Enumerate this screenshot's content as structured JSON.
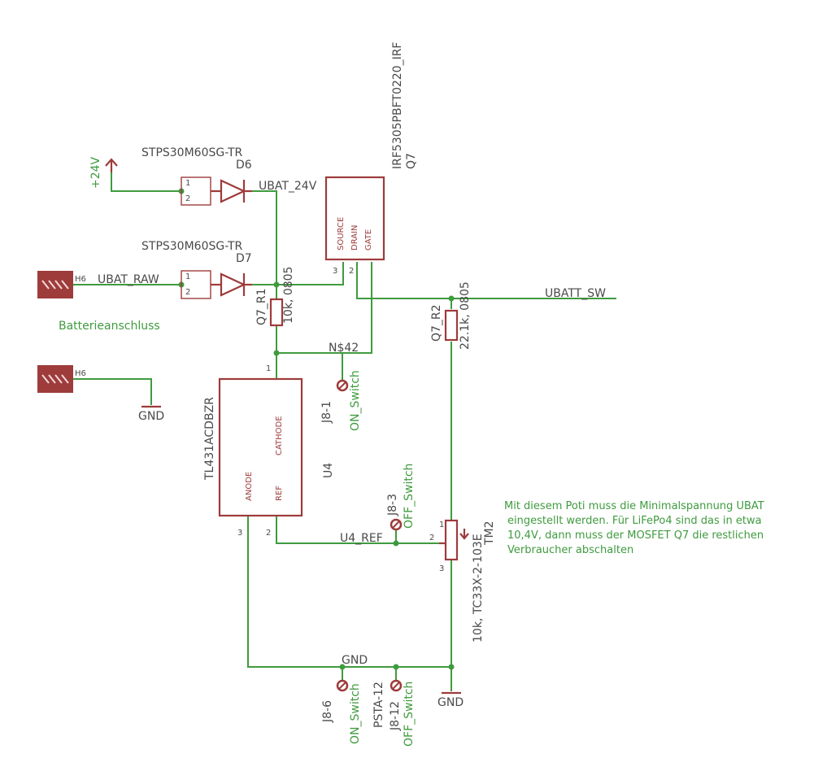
{
  "components": {
    "d6": {
      "part": "STPS30M60SG-TR",
      "ref": "D6"
    },
    "d7": {
      "part": "STPS30M60SG-TR",
      "ref": "D7"
    },
    "q7": {
      "part": "IRF5305PBFT0220_IRF",
      "ref": "Q7",
      "pins": [
        "SOURCE",
        "DRAIN",
        "GATE"
      ]
    },
    "r1": {
      "ref": "Q7_R1",
      "value": "10k, 0805"
    },
    "r2": {
      "ref": "Q7_R2",
      "value": "22.1k, 0805"
    },
    "u4": {
      "part": "TL431ACDBZR",
      "ref": "U4",
      "pins": [
        "CATHODE",
        "ANODE",
        "REF"
      ]
    },
    "pot": {
      "ref": "TM2",
      "value": "10k, TC33X-2-103E"
    }
  },
  "nets": {
    "p24v": "+24V",
    "ubat_24v": "UBAT_24V",
    "ubat_raw": "UBAT_RAW",
    "ubatt_sw": "UBATT_SW",
    "n42": "N$42",
    "u4_ref": "U4_REF",
    "gnd_top": "GND",
    "gnd_left": "GND",
    "gnd_right": "GND",
    "battery_label": "Batterieanschluss"
  },
  "testpoints": {
    "j8_1": {
      "ref": "J8-1",
      "label": "ON_Switch"
    },
    "j8_3": {
      "ref": "J8-3",
      "label": "OFF_Switch"
    },
    "j8_6": {
      "ref": "J8-6",
      "label": "ON_Switch"
    },
    "j8_12": {
      "ref": "J8-12",
      "label": "OFF_Switch"
    },
    "psta": {
      "ref": "PSTA-12"
    }
  },
  "pins": {
    "one": "1",
    "two": "2",
    "three": "3",
    "h6": "H6"
  },
  "note": [
    "Mit diesem Poti muss die Minimalspannung UBAT",
    "eingestellt werden. Für LiFePo4 sind das in etwa",
    "10,4V, dann muss der MOSFET Q7 die restlichen",
    "Verbraucher abschalten"
  ],
  "colors": {
    "symbol": "#9e3b3b",
    "wire": "#3f9b3f",
    "text": "#4a4a4a"
  }
}
